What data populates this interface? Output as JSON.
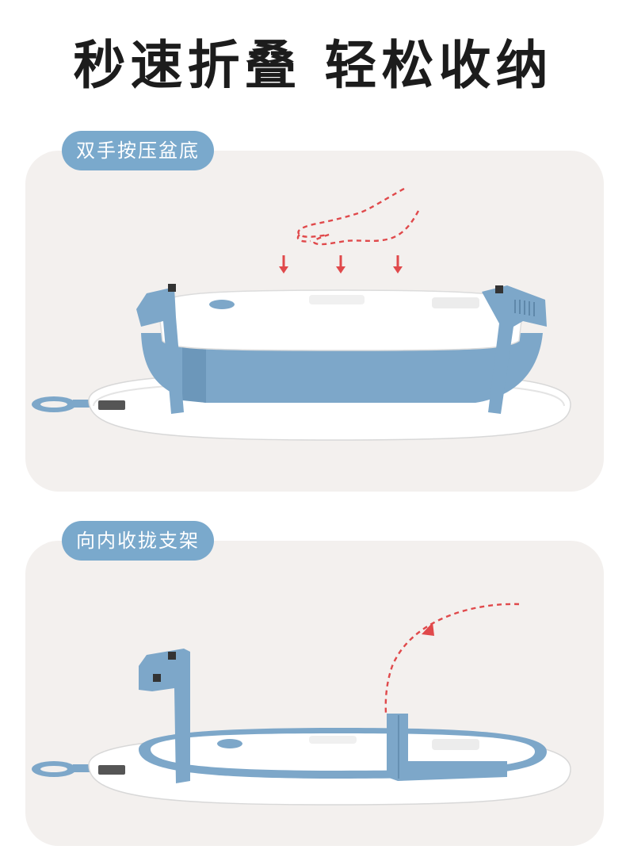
{
  "title": "秒速折叠 轻松收纳",
  "steps": [
    {
      "label": "双手按压盆底",
      "illustration": "tub-press-down-illustration"
    },
    {
      "label": "向内收拢支架",
      "illustration": "tub-fold-stand-illustration"
    }
  ],
  "colors": {
    "accent_blue": "#7aa9cc",
    "tub_blue": "#7da7c9",
    "panel_bg": "#f3f0ee",
    "arrow_red": "#e0494b",
    "title_text": "#1c1c1c"
  }
}
